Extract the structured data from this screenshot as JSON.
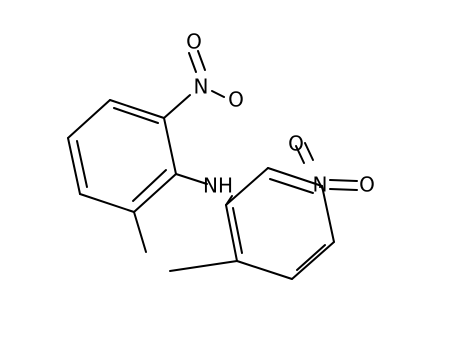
{
  "molecule": {
    "labels": {
      "amine": "NH",
      "left_nitro_n": "N",
      "left_nitro_o_top": "O",
      "left_nitro_o_side": "O",
      "right_nitro_n": "N",
      "right_nitro_o_top": "O",
      "right_nitro_o_side": "O"
    },
    "colors": {
      "bond": "#000000",
      "text": "#000000",
      "background": "#ffffff"
    }
  }
}
